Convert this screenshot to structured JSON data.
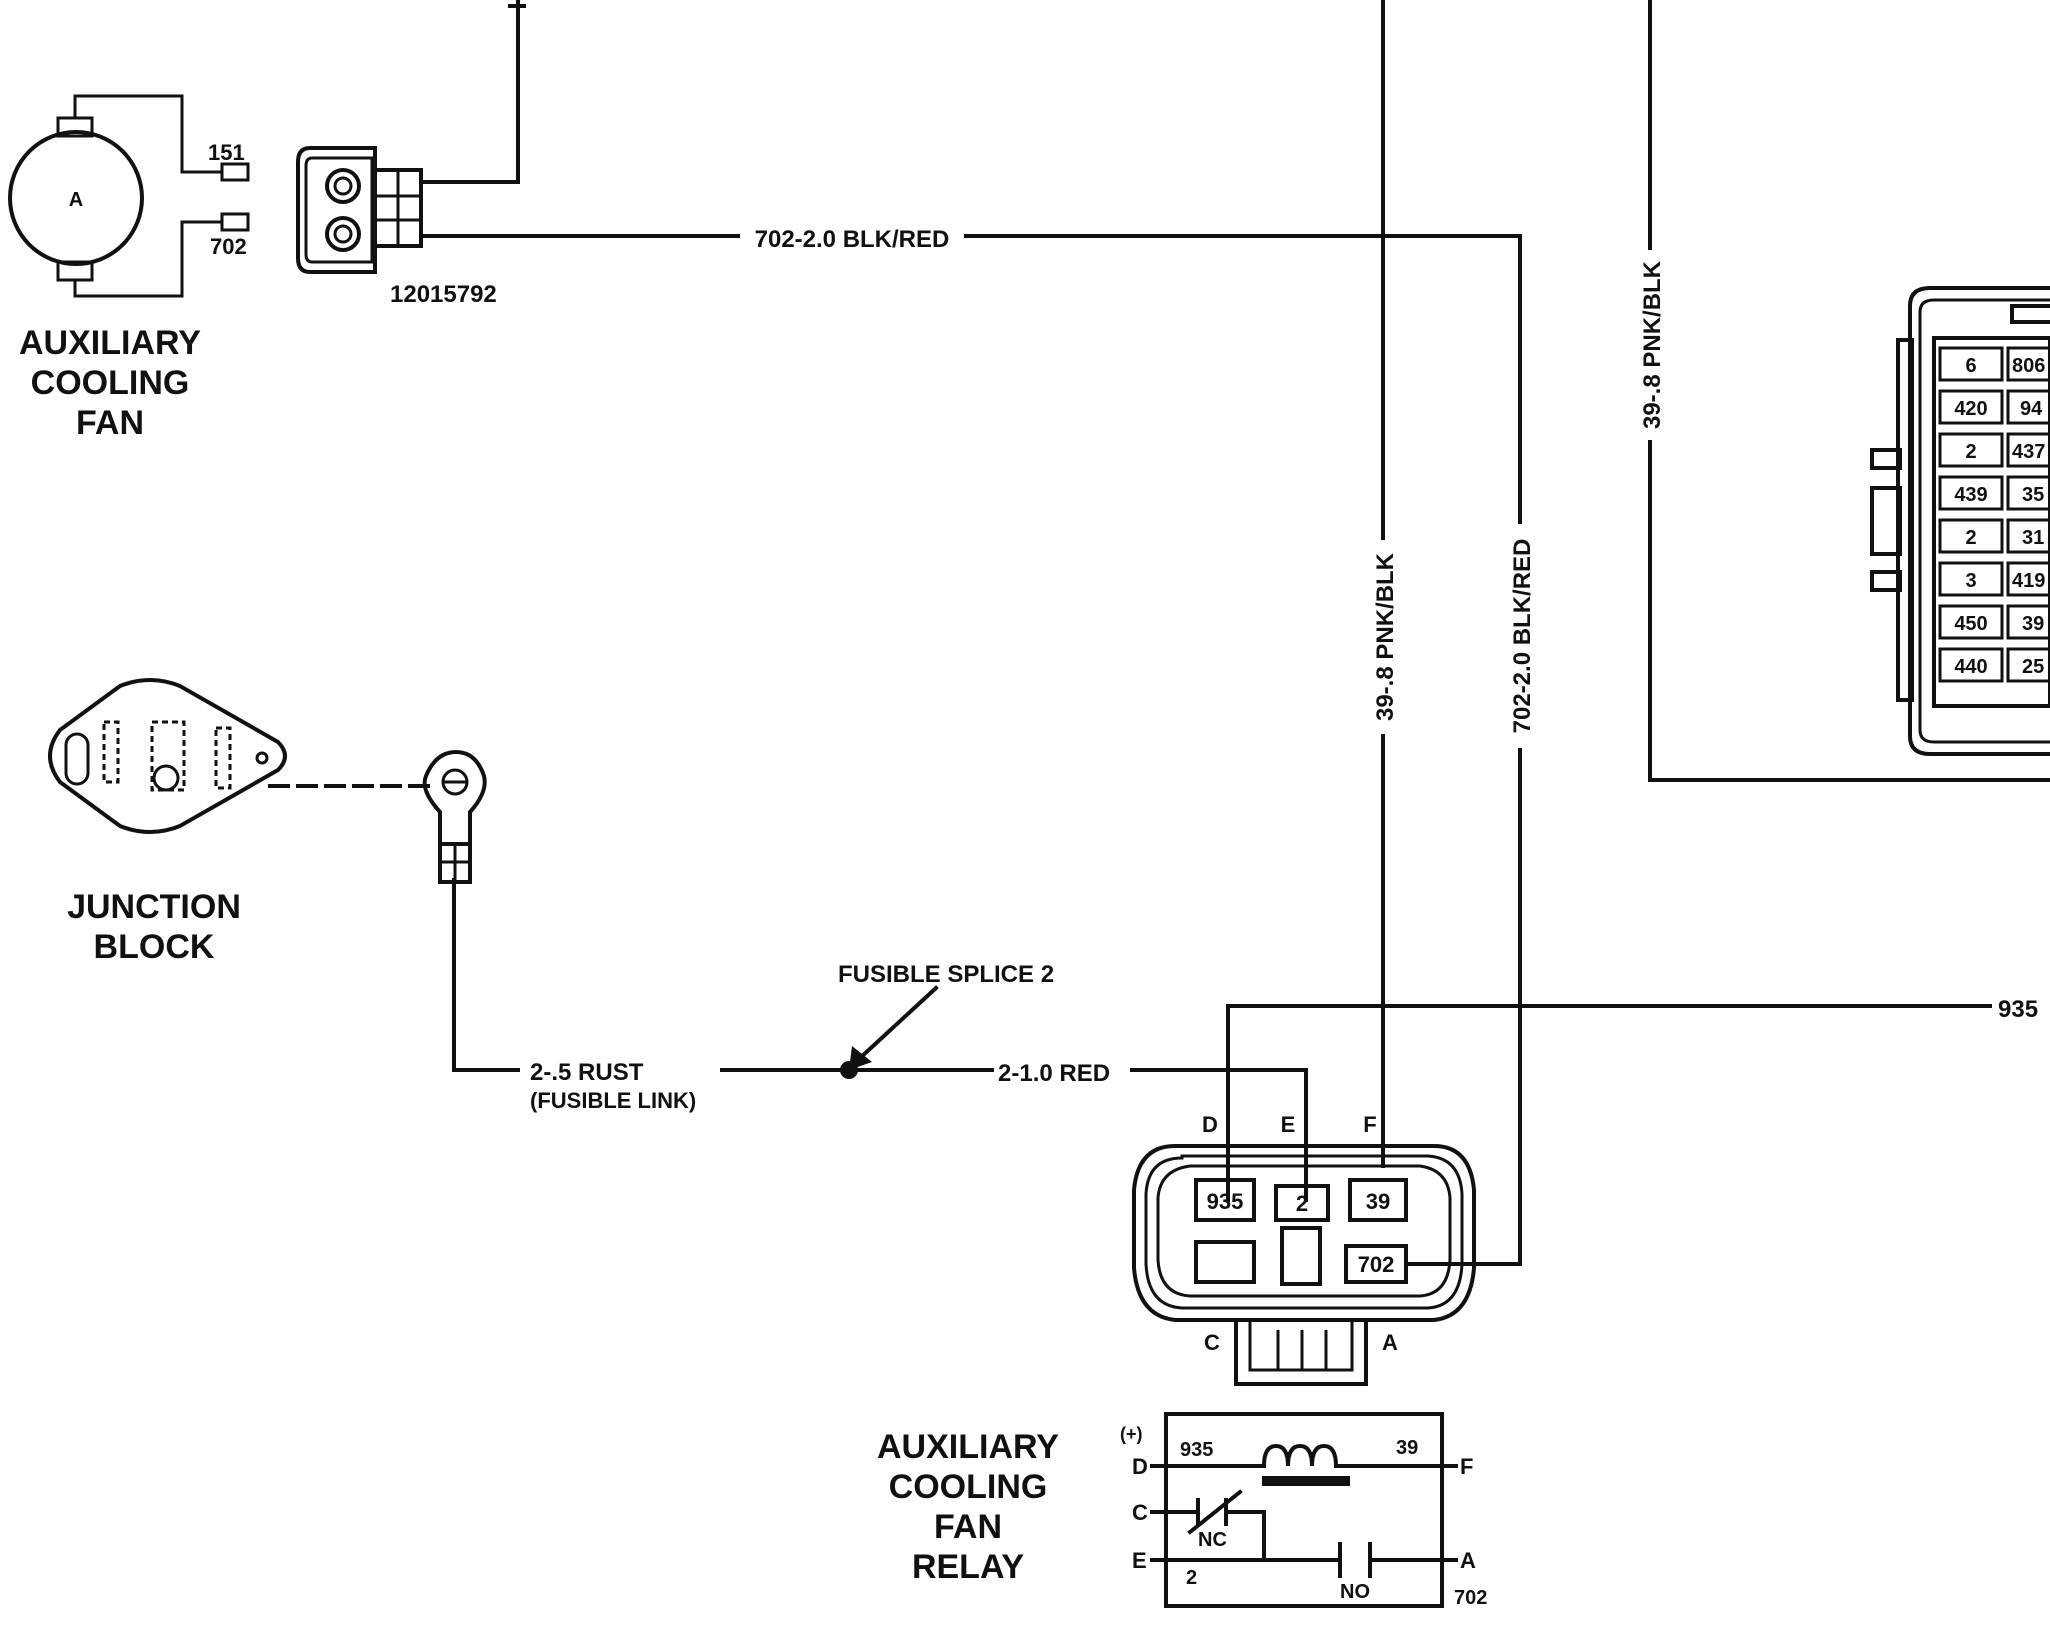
{
  "fan": {
    "motor_letter": "A",
    "title_lines": [
      "AUXILIARY",
      "COOLING",
      "FAN"
    ],
    "pin_top": "151",
    "pin_bottom": "702",
    "connector_part": "12015792"
  },
  "junction_block": {
    "title_lines": [
      "JUNCTION",
      "BLOCK"
    ]
  },
  "wires": {
    "w702_horizontal": "702-2.0 BLK/RED",
    "w39_vertical_left": "39-.8 PNK/BLK",
    "w702_vertical": "702-2.0 BLK/RED",
    "w39_vertical_right": "39-.8 PNK/BLK",
    "w2_rust": "2-.5 RUST",
    "w2_rust_note": "(FUSIBLE LINK)",
    "w2_red": "2-1.0 RED",
    "w935": "935"
  },
  "splice": {
    "label": "FUSIBLE SPLICE 2"
  },
  "relay_connector": {
    "cavity_letters": [
      "D",
      "E",
      "F"
    ],
    "cavity_values": [
      "935",
      "2",
      "39",
      "702"
    ],
    "bottom_letters": [
      "C",
      "A"
    ]
  },
  "relay": {
    "title_lines": [
      "AUXILIARY",
      "COOLING",
      "FAN",
      "RELAY"
    ],
    "plus": "(+)",
    "pins": [
      "D",
      "C",
      "E",
      "F",
      "A"
    ],
    "circuit_935": "935",
    "circuit_39": "39",
    "circuit_2": "2",
    "circuit_702": "702",
    "nc": "NC",
    "no": "NO"
  },
  "fuse_block": {
    "rows": [
      [
        "6",
        "806"
      ],
      [
        "420",
        "94"
      ],
      [
        "2",
        "437"
      ],
      [
        "439",
        "35"
      ],
      [
        "2",
        "31"
      ],
      [
        "3",
        "419"
      ],
      [
        "450",
        "39"
      ],
      [
        "440",
        "25"
      ]
    ]
  }
}
